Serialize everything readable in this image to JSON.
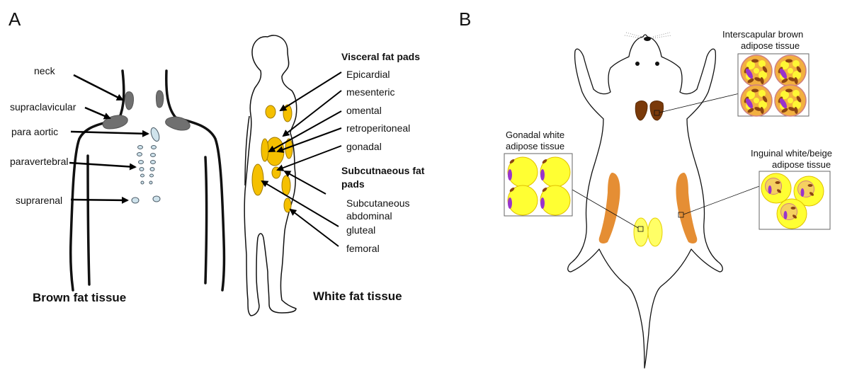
{
  "panels": {
    "a_letter": "A",
    "b_letter": "B"
  },
  "brown_fat": {
    "labels": [
      "neck",
      "supraclavicular",
      "para aortic",
      "paravertebral",
      "suprarenal"
    ],
    "caption": "Brown fat tissue",
    "colors": {
      "depot": "#707070",
      "small_depot": "#cfe3ec",
      "small_outline": "#4a5a66"
    }
  },
  "white_fat": {
    "visceral_heading": "Visceral fat pads",
    "visceral_items": [
      "Epicardial",
      "mesenteric",
      "omental",
      "retroperitoneal",
      "gonadal"
    ],
    "subcutaneous_heading_line1": "Subcutnaeous fat",
    "subcutaneous_heading_line2": "pads",
    "subcutaneous_items_line1": "Subcutaneous",
    "subcutaneous_items_line2": "abdominal",
    "subcutaneous_items_rest": [
      "gluteal",
      "femoral"
    ],
    "caption": "White fat tissue",
    "colors": {
      "fat": "#f5c000",
      "fat_outline": "#a07a00"
    }
  },
  "mouse": {
    "interscapular_line1": "Interscapular brown",
    "interscapular_line2": "adipose tissue",
    "gonadal_line1": "Gonadal white",
    "gonadal_line2": "adipose tissue",
    "inguinal_line1": "Inguinal white/beige",
    "inguinal_line2": "adipose tissue",
    "colors": {
      "brown": "#7a3a0a",
      "white_fat": "#ffff33",
      "beige_fat": "#e07a10",
      "cell_outline": "#d08080",
      "nucleus": "#9933cc",
      "mitochondria": "#8b4513"
    }
  }
}
